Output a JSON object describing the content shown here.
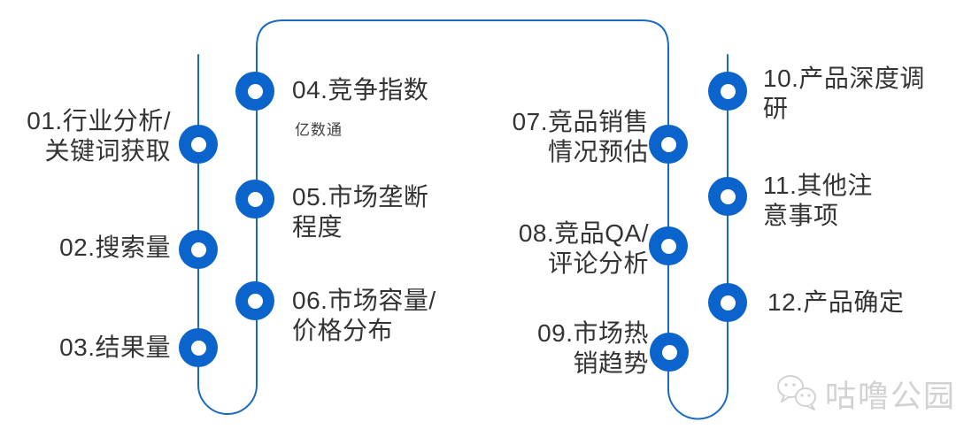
{
  "diagram": {
    "steps": [
      {
        "label": "01.行业分析/\n关键词获取"
      },
      {
        "label": "02.搜索量"
      },
      {
        "label": "03.结果量"
      },
      {
        "label": "04.竞争指数",
        "sub_label": "亿数通"
      },
      {
        "label": "05.市场垄断\n程度"
      },
      {
        "label": "06.市场容量/\n价格分布"
      },
      {
        "label": "07.竞品销售\n情况预估"
      },
      {
        "label": "08.竞品QA/\n评论分析"
      },
      {
        "label": "09.市场热\n销趋势"
      },
      {
        "label": "10.产品深度调\n研"
      },
      {
        "label": "11.其他注\n意事项"
      },
      {
        "label": "12.产品确定"
      }
    ],
    "colors": {
      "node": "#0b63cc",
      "line": "#1a6bc0",
      "text": "#333333",
      "sub_text": "#404040",
      "watermark": "#d2d2d2"
    }
  },
  "watermark": {
    "label": "咕噜公园",
    "icon": "wechat-icon"
  }
}
